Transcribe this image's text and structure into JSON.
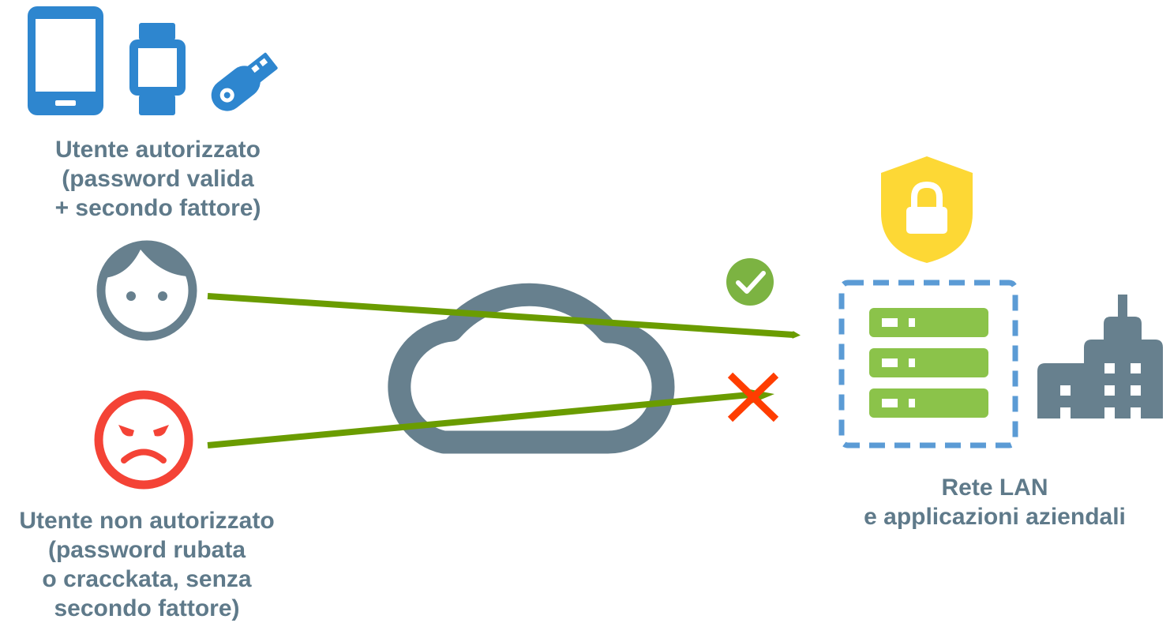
{
  "authorized_user": {
    "lines": [
      "Utente autorizzato",
      "(password valida",
      "+ secondo fattore)"
    ]
  },
  "unauthorized_user": {
    "lines": [
      "Utente non autorizzato",
      "(password rubata",
      "o cracckata, senza",
      "secondo fattore)"
    ]
  },
  "network": {
    "lines": [
      "Rete LAN",
      "e applicazioni aziendali"
    ]
  },
  "icons": {
    "devices": [
      "smartphone-icon",
      "smartwatch-icon",
      "usb-key-icon"
    ],
    "authorized_user": "happy-face-icon",
    "unauthorized_user": "angry-face-icon",
    "internet": "cloud-icon",
    "access_granted": "check-icon",
    "access_denied": "cross-icon",
    "protection": "shield-lock-icon",
    "servers": "server-rack-icon",
    "company": "building-icon"
  },
  "colors": {
    "device_blue": "#2e86cf",
    "text_slate": "#5f7a8a",
    "icon_slate": "#67808e",
    "arrow_green": "#6a9c00",
    "server_green": "#8bc34a",
    "check_green": "#7cb342",
    "denied_red": "#f44336",
    "cross_red": "#ff3d00",
    "shield_yellow": "#fdd835",
    "dash_blue": "#5b9bd5"
  }
}
